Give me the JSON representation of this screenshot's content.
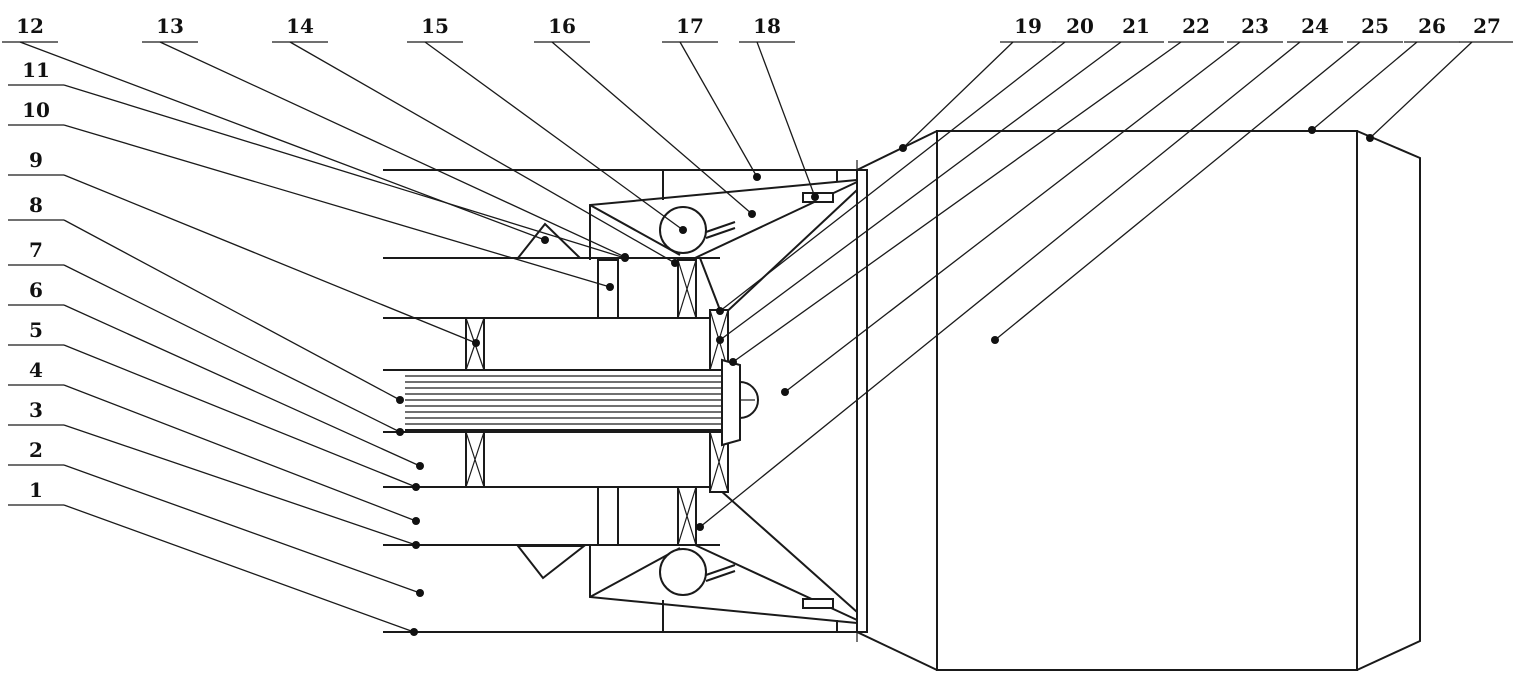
{
  "labels_top": [
    "12",
    "13",
    "14",
    "15",
    "16",
    "17",
    "18",
    "19",
    "20",
    "21",
    "22",
    "23",
    "24",
    "25",
    "26",
    "27"
  ],
  "labels_left": [
    "11",
    "10",
    "9",
    "8",
    "7",
    "6",
    "5",
    "4",
    "3",
    "2",
    "1"
  ],
  "colors": {
    "line": "#1a1a1a",
    "background": "#ffffff"
  }
}
